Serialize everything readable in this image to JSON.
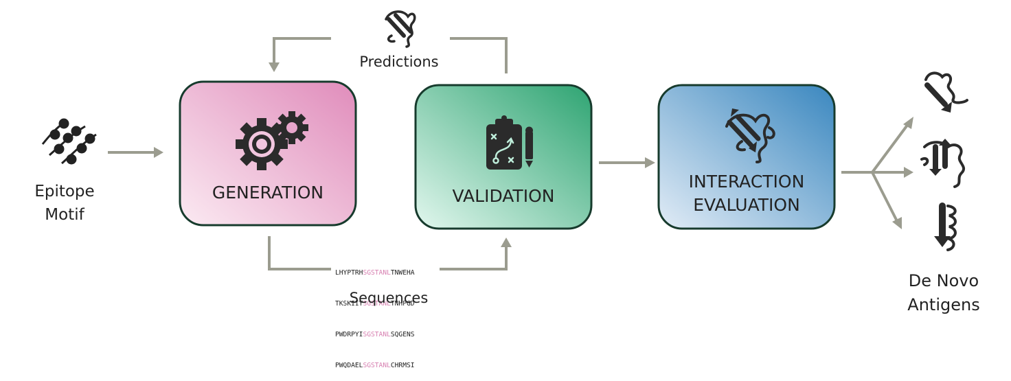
{
  "input": {
    "label_line1": "Epitope",
    "label_line2": "Motif"
  },
  "boxes": {
    "generation": {
      "title": "GENERATION",
      "icon": "gears-icon",
      "color_from": "#f8e2ee",
      "color_to": "#e18fbc"
    },
    "validation": {
      "title": "VALIDATION",
      "icon": "clipboard-strategy-icon",
      "color_from": "#d8f4e8",
      "color_to": "#2fa876"
    },
    "interaction": {
      "title_line1": "INTERACTION",
      "title_line2": "EVALUATION",
      "icon": "protein-structure-icon",
      "color_from": "#dbe7f3",
      "color_to": "#3e8bc1"
    }
  },
  "feedback": {
    "predictions_label": "Predictions",
    "sequences_label": "Sequences"
  },
  "sequences": [
    {
      "prefix": "LHYPTRH",
      "motif": "SGSTANL",
      "suffix": "TNWEHA"
    },
    {
      "prefix": "TKSKIIY",
      "motif": "SGSTANL",
      "suffix": "TNHPGD"
    },
    {
      "prefix": "PWDRPYI",
      "motif": "SGSTANL",
      "suffix": "SQGENS"
    },
    {
      "prefix": "PWQDAEL",
      "motif": "SGSTANL",
      "suffix": "CHRMSI"
    }
  ],
  "output": {
    "label_line1": "De Novo",
    "label_line2": "Antigens"
  },
  "colors": {
    "arrow": "#9b9c8f",
    "border": "#173b2d",
    "motif_highlight": "#d77fb0",
    "icon": "#2b2b2b"
  }
}
